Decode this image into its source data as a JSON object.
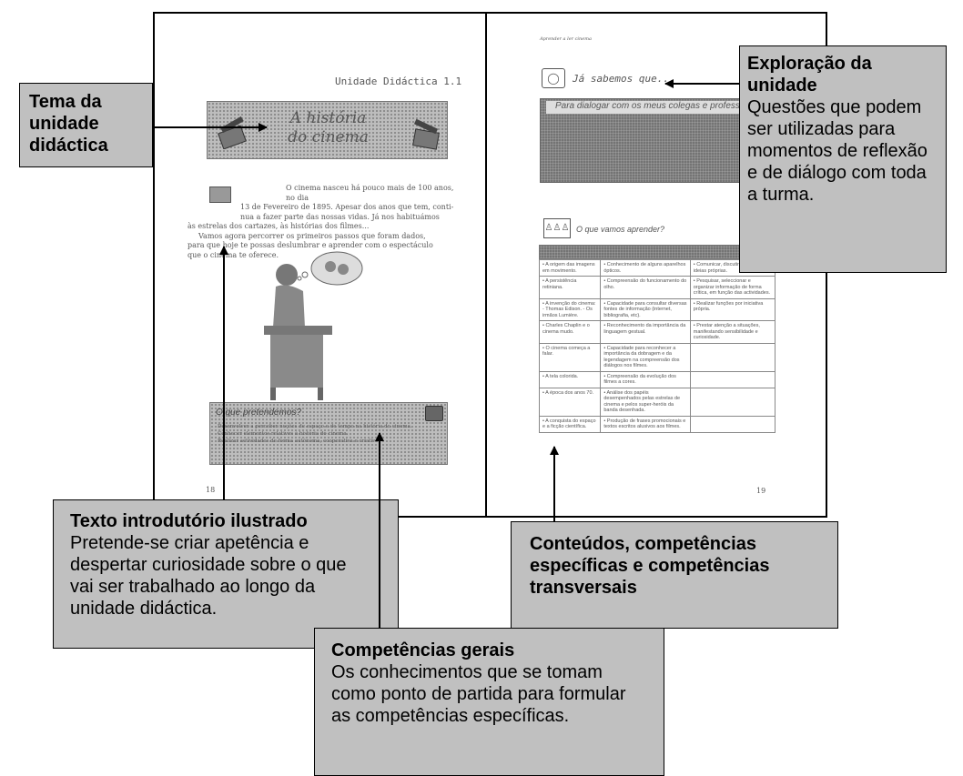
{
  "left_page": {
    "unit_label": "Unidade Didáctica 1.1",
    "banner_title_line1": "A história",
    "banner_title_line2": "do cinema",
    "intro_lines": [
      "O cinema nasceu há pouco mais de 100 anos, no dia",
      "13 de Fevereiro de 1895. Apesar dos anos que tem, conti-",
      "nua a fazer parte das nossas vidas. Já nos habituámos",
      "às estrelas dos cartazes, às histórias dos filmes...",
      "Vamos agora percorrer os primeiros passos que foram dados,",
      "para que hoje te possas deslumbrar e aprender com o espectáculo",
      "que o cinema te oferece."
    ],
    "box_title": "O que pretendemos?",
    "box_bullets": [
      "Desenvolver a perceber noções de espaço e de tempo na história do cinema.",
      "Conhecer elementos relativos à história do cinema.",
      "Realizar actividades de forma autónoma, cooperativa e criativa."
    ],
    "page_number": "18"
  },
  "right_page": {
    "header": "Aprender a ler cinema",
    "section1_title": "Já sabemos que...",
    "section1_bar": "Para dialogar com os meus colegas e professor",
    "section2_title": "O que vamos aprender?",
    "table_rows": [
      [
        "• A origem das imagens em movimento.",
        "• Conhecimento de alguns aparelhos ópticos.",
        "• Comunicar, discutir e defender ideias próprias."
      ],
      [
        "• A persistência retiniana.",
        "• Compreensão do funcionamento do olho.",
        "• Pesquisar, seleccionar e organizar informação de forma crítica, em função das actividades."
      ],
      [
        "• A invenção do cinema: - Thomas Edison. - Os irmãos Lumière.",
        "• Capacidade para consultar diversas fontes de informação (internet, bibliografia, etc).",
        "• Realizar funções por iniciativa própria."
      ],
      [
        "• Charles Chaplin e o cinema mudo.",
        "• Reconhecimento da importância da linguagem gestual.",
        "• Prestar atenção a situações, manifestando sensibilidade e curiosidade."
      ],
      [
        "• O cinema começa a falar.",
        "• Capacidade para reconhecer a importância da dobragem e da legendagem na compreensão dos diálogos nos filmes.",
        ""
      ],
      [
        "• A tela colorida.",
        "• Compreensão da evolução dos filmes a cores.",
        ""
      ],
      [
        "• A época dos anos 70.",
        "• Análise dos papéis desempenhados pelas estrelas de cinema e pelos super-heróis da banda desenhada.",
        ""
      ],
      [
        "• A conquista do espaço e a ficção científica.",
        "• Produção de frases promocionais e textos escritos alusivos aos filmes.",
        ""
      ]
    ],
    "page_number": "19"
  },
  "callouts": {
    "tema": {
      "title": "Tema da unidade didáctica"
    },
    "exploracao": {
      "title": "Exploração da unidade",
      "body": "Questões que podem ser utilizadas para momentos de reflexão e de diálogo com toda a turma."
    },
    "texto": {
      "title": "Texto introdutório ilustrado",
      "body": "Pretende-se criar apetência e despertar curiosidade sobre o que vai ser trabalhado ao longo da unidade didáctica."
    },
    "conteudos": {
      "title": "Conteúdos, competências específicas e competências transversais"
    },
    "gerais": {
      "title": "Competências gerais",
      "body": "Os conhecimentos que se tomam como ponto de partida para formular as competências específicas."
    }
  }
}
